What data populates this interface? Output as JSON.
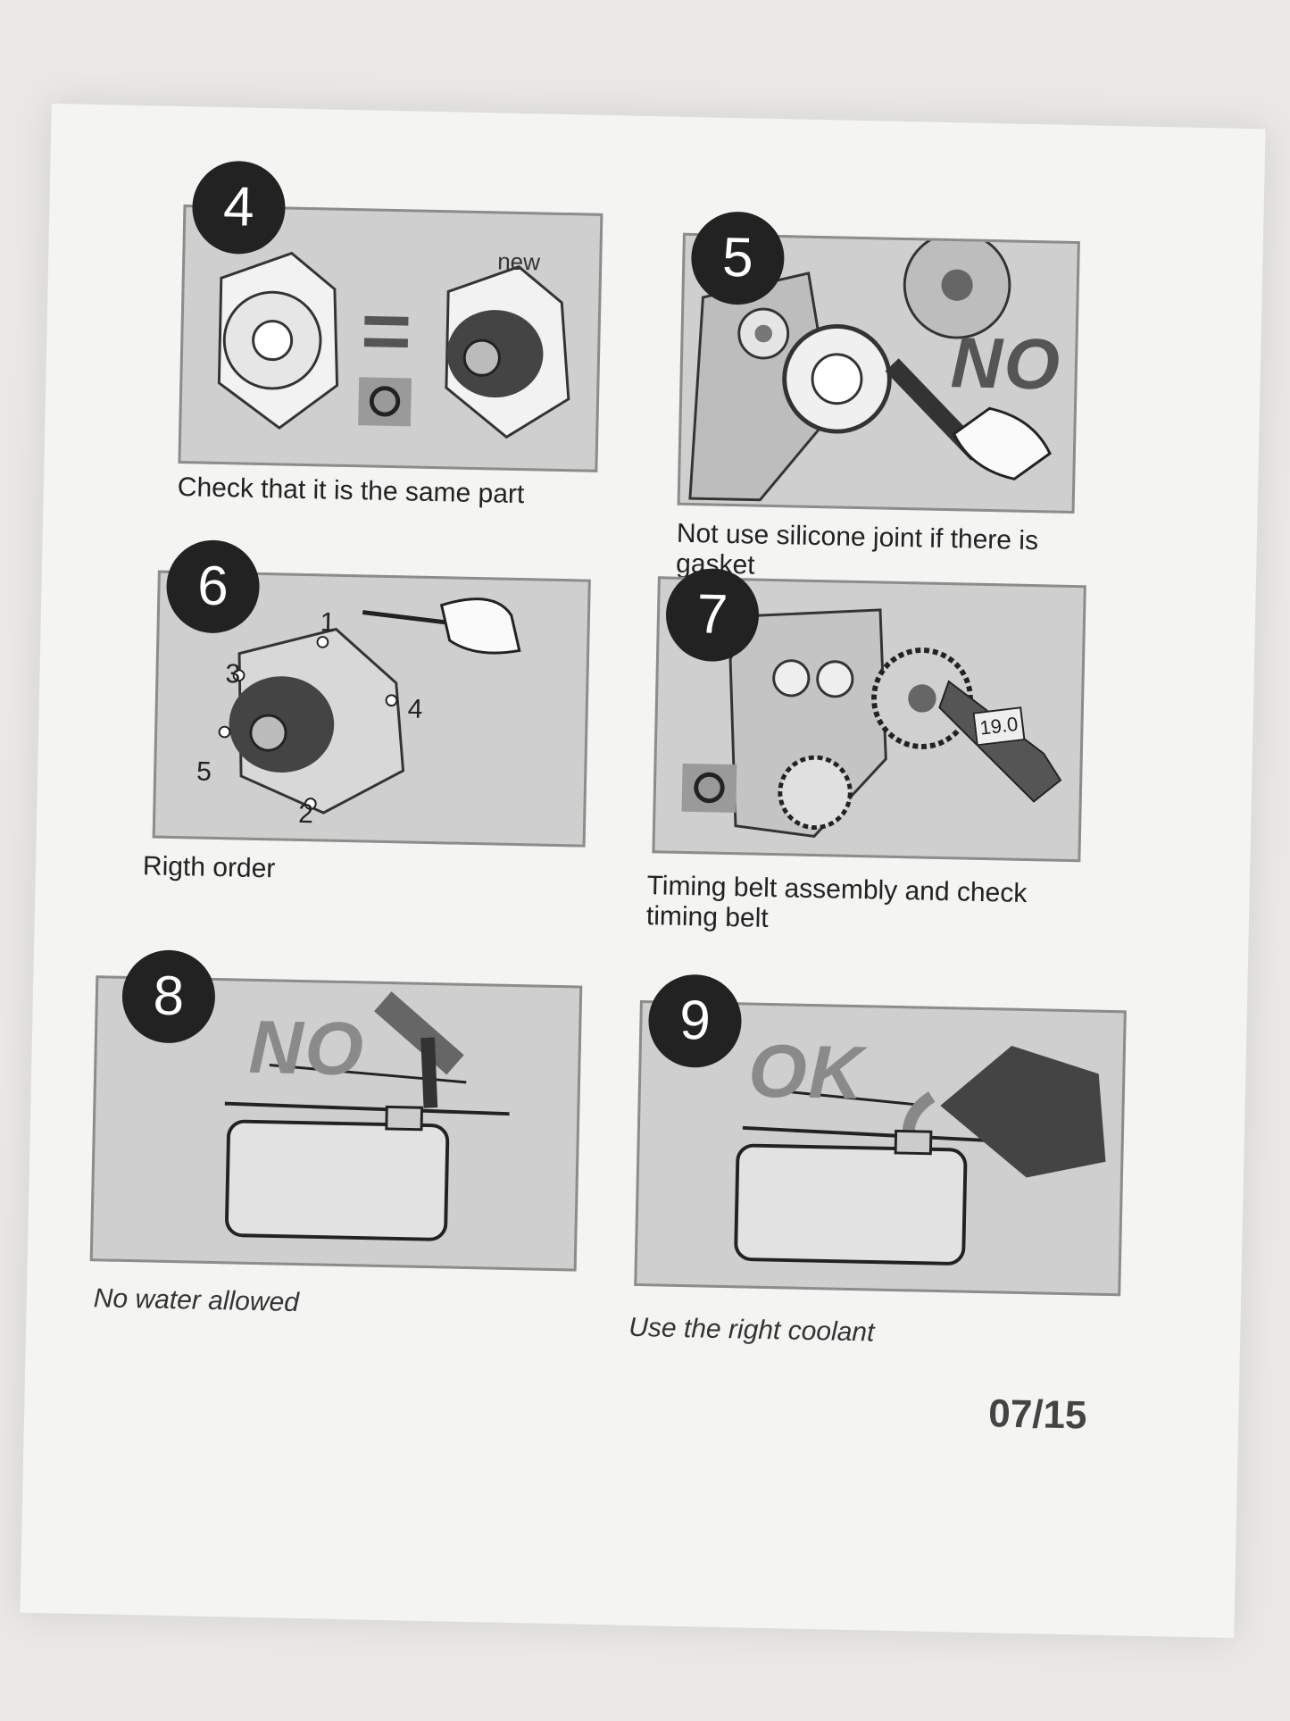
{
  "steps": [
    {
      "number": "4",
      "caption": "Check that it is the same part",
      "label": "new"
    },
    {
      "number": "5",
      "caption": "Not use silicone joint if there is gasket",
      "stamp": "NO"
    },
    {
      "number": "6",
      "caption": "Rigth order",
      "bolt_labels": [
        "1",
        "2",
        "3",
        "4",
        "5"
      ]
    },
    {
      "number": "7",
      "caption": "Timing belt assembly and check timing belt",
      "meter_readout": "19.0"
    },
    {
      "number": "8",
      "caption": "No water allowed",
      "stamp": "NO"
    },
    {
      "number": "9",
      "caption": "Use the right coolant",
      "stamp": "OK"
    }
  ],
  "page_number": "07/15",
  "colors": {
    "panel": "#cfcfcf",
    "badge": "#222222",
    "paper": "#f4f4f3"
  }
}
